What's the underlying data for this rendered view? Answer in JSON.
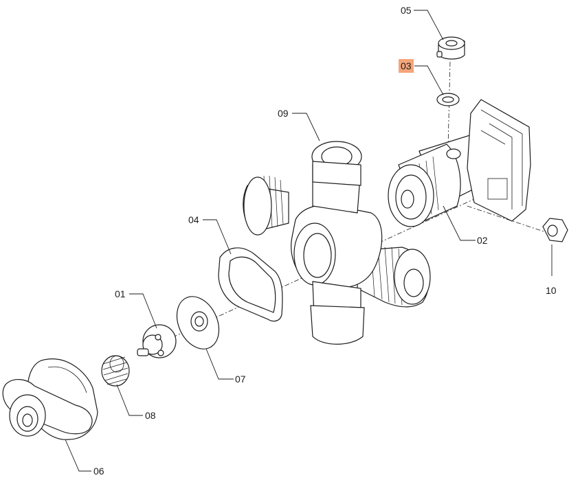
{
  "diagram": {
    "parts": [
      {
        "id": "p01",
        "label": "01"
      },
      {
        "id": "p02",
        "label": "02"
      },
      {
        "id": "p03",
        "label": "03",
        "highlighted": true
      },
      {
        "id": "p04",
        "label": "04"
      },
      {
        "id": "p05",
        "label": "05"
      },
      {
        "id": "p06",
        "label": "06"
      },
      {
        "id": "p07",
        "label": "07"
      },
      {
        "id": "p08",
        "label": "08"
      },
      {
        "id": "p09",
        "label": "09"
      },
      {
        "id": "p10",
        "label": "10"
      }
    ],
    "highlight_color": "#f5a57a"
  }
}
